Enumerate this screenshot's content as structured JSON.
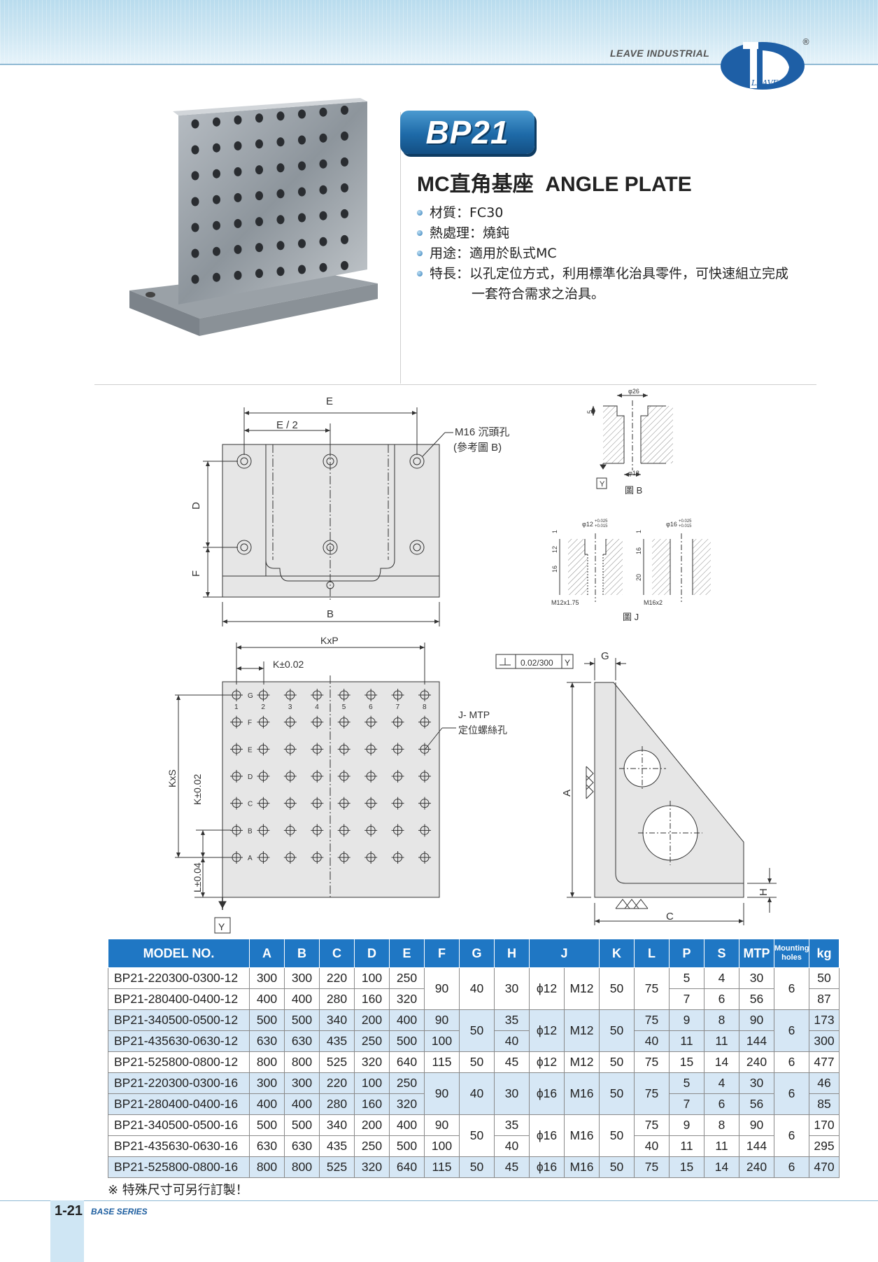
{
  "header": {
    "company": "LEAVE INDUSTRIAL",
    "logo_text": "LEAVE",
    "registered": "®"
  },
  "product": {
    "code": "BP21",
    "title": "MC直角基座  ANGLE PLATE",
    "bullets": [
      "材質：FC30",
      "熱處理：燒鈍",
      "用途：適用於臥式MC",
      "特長：以孔定位方式，利用標準化治具零件，可快速組立完成"
    ],
    "bullet_cont": "一套符合需求之治具。"
  },
  "drawing": {
    "front": {
      "E": "E",
      "E_half": "E / 2",
      "D": "D",
      "F": "F",
      "B": "B",
      "m16_line1": "M16 沉頭孔",
      "m16_line2": "(參考圖 B)"
    },
    "figB": {
      "d26": "φ26",
      "d18": "φ18",
      "five": "5",
      "Y": "Y",
      "label": "圖 B"
    },
    "figJ": {
      "d12": "φ12",
      "d12_tol_up": "+0.025",
      "d12_tol_dn": "+0.015",
      "d16": "φ16",
      "d16_tol_up": "+0.025",
      "d16_tol_dn": "+0.015",
      "one": "1",
      "twelve": "12",
      "sixteen": "16",
      "twenty": "20",
      "m12": "M12x1.75",
      "m16": "M16x2",
      "label": "圖 J"
    },
    "grid": {
      "KxP": "KxP",
      "K": "K±0.02",
      "KxS": "KxS",
      "Kv": "K±0.02",
      "L": "L±0.04",
      "Y": "Y",
      "mtp1": "J- MTP",
      "mtp2": "定位螺絲孔",
      "cols": [
        "1",
        "2",
        "3",
        "4",
        "5",
        "6",
        "7",
        "8"
      ],
      "rows": [
        "G",
        "F",
        "E",
        "D",
        "C",
        "B",
        "A"
      ]
    },
    "side": {
      "tol": "0.02/300",
      "tol_ref": "Y",
      "G": "G",
      "A": "A",
      "H": "H",
      "C": "C"
    }
  },
  "table": {
    "headers": [
      "MODEL NO.",
      "A",
      "B",
      "C",
      "D",
      "E",
      "F",
      "G",
      "H",
      "J",
      "K",
      "L",
      "P",
      "S",
      "MTP",
      "Mounting holes",
      "kg"
    ],
    "rows": [
      [
        "BP21-220300-0300-12",
        "300",
        "300",
        "220",
        "100",
        "250",
        "90",
        "40",
        "30",
        "ϕ12",
        "M12",
        "50",
        "75",
        "5",
        "4",
        "30",
        "6",
        "50"
      ],
      [
        "BP21-280400-0400-12",
        "400",
        "400",
        "280",
        "160",
        "320",
        "",
        "",
        "",
        "",
        "",
        "",
        "",
        "7",
        "6",
        "56",
        "",
        "87"
      ],
      [
        "BP21-340500-0500-12",
        "500",
        "500",
        "340",
        "200",
        "400",
        "90",
        "50",
        "35",
        "ϕ12",
        "M12",
        "50",
        "75",
        "9",
        "8",
        "90",
        "6",
        "173"
      ],
      [
        "BP21-435630-0630-12",
        "630",
        "630",
        "435",
        "250",
        "500",
        "100",
        "",
        "40",
        "",
        "",
        "",
        "40",
        "11",
        "11",
        "144",
        "",
        "300"
      ],
      [
        "BP21-525800-0800-12",
        "800",
        "800",
        "525",
        "320",
        "640",
        "115",
        "50",
        "45",
        "ϕ12",
        "M12",
        "50",
        "75",
        "15",
        "14",
        "240",
        "6",
        "477"
      ],
      [
        "BP21-220300-0300-16",
        "300",
        "300",
        "220",
        "100",
        "250",
        "90",
        "40",
        "30",
        "ϕ16",
        "M16",
        "50",
        "75",
        "5",
        "4",
        "30",
        "6",
        "46"
      ],
      [
        "BP21-280400-0400-16",
        "400",
        "400",
        "280",
        "160",
        "320",
        "",
        "",
        "",
        "",
        "",
        "",
        "",
        "7",
        "6",
        "56",
        "",
        "85"
      ],
      [
        "BP21-340500-0500-16",
        "500",
        "500",
        "340",
        "200",
        "400",
        "90",
        "50",
        "35",
        "ϕ16",
        "M16",
        "50",
        "75",
        "9",
        "8",
        "90",
        "6",
        "170"
      ],
      [
        "BP21-435630-0630-16",
        "630",
        "630",
        "435",
        "250",
        "500",
        "100",
        "",
        "40",
        "",
        "",
        "",
        "40",
        "11",
        "11",
        "144",
        "",
        "295"
      ],
      [
        "BP21-525800-0800-16",
        "800",
        "800",
        "525",
        "320",
        "640",
        "115",
        "50",
        "45",
        "ϕ16",
        "M16",
        "50",
        "75",
        "15",
        "14",
        "240",
        "6",
        "470"
      ]
    ]
  },
  "footer": {
    "note": "※  特殊尺寸可另行訂製！",
    "page": "1-21",
    "series": "BASE SERIES"
  },
  "colors": {
    "accent": "#1f77c4",
    "row_highlight": "#d6e7f5",
    "badge": "#1e6aa8"
  }
}
